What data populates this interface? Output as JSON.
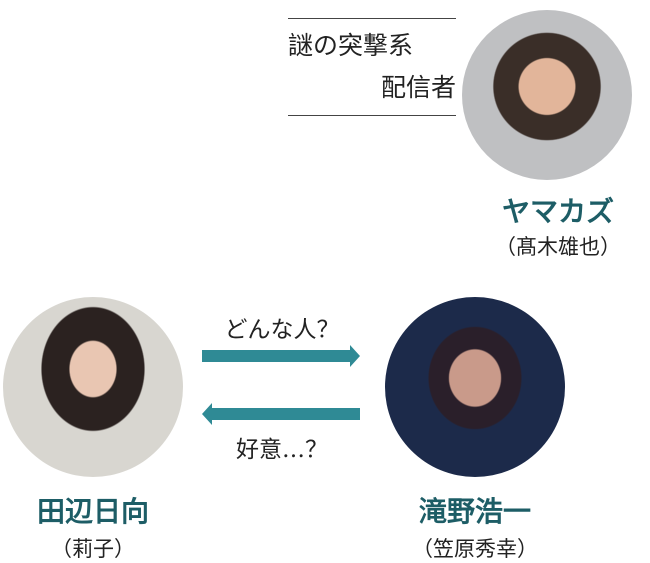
{
  "characters": [
    {
      "name": "ヤマカズ",
      "actor": "（髙木雄也）",
      "description_lines": [
        "謎の突撃系",
        "配信者"
      ]
    },
    {
      "name": "田辺日向",
      "actor": "（莉子）"
    },
    {
      "name": "滝野浩一",
      "actor": "（笠原秀幸）"
    }
  ],
  "relations": [
    {
      "from": "田辺日向",
      "to": "滝野浩一",
      "label": "どんな人？"
    },
    {
      "from": "滝野浩一",
      "to": "田辺日向",
      "label": "好意…？"
    }
  ],
  "colors": {
    "name": "#1d5d66",
    "arrow": "#2f8a95"
  }
}
